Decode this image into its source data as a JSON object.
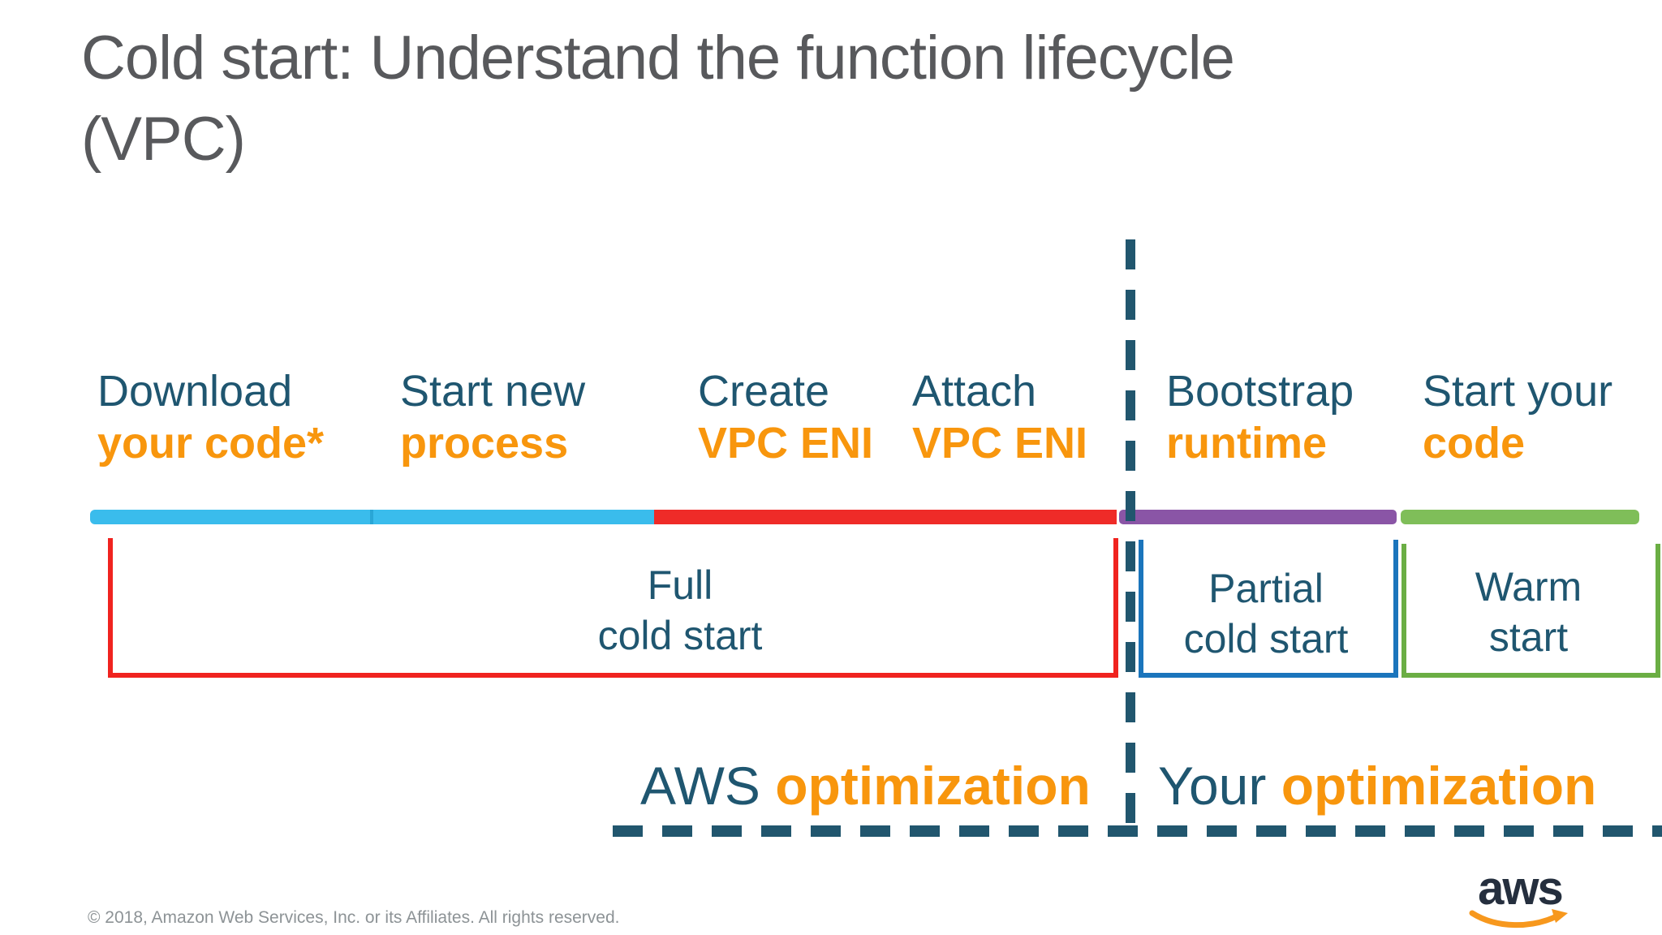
{
  "title": {
    "line1": "Cold start: Understand the function lifecycle",
    "line2": "(VPC)"
  },
  "steps": [
    {
      "top": "Download",
      "bottom": "your code*"
    },
    {
      "top": "Start new",
      "bottom": "process"
    },
    {
      "top": "Create",
      "bottom": "VPC ENI"
    },
    {
      "top": "Attach",
      "bottom": "VPC ENI"
    },
    {
      "top": "Bootstrap",
      "bottom": "runtime"
    },
    {
      "top": "Start your",
      "bottom": "code"
    }
  ],
  "timeline": {
    "segments": [
      {
        "name": "download-and-start-process",
        "color": "#3ABCEC"
      },
      {
        "name": "create-attach-vpc-eni",
        "color": "#EF2B28"
      },
      {
        "name": "bootstrap-runtime",
        "color": "#8A55A6"
      },
      {
        "name": "start-your-code",
        "color": "#7FBE59"
      }
    ],
    "divider_color": "#29A6D6"
  },
  "brackets": [
    {
      "line1": "Full",
      "line2": "cold start",
      "color": "#F0231F"
    },
    {
      "line1": "Partial",
      "line2": "cold start",
      "color": "#1B75BC"
    },
    {
      "line1": "Warm",
      "line2": "start",
      "color": "#6BAE44"
    }
  ],
  "optimization": {
    "aws_label": "AWS",
    "aws_word": "optimization",
    "your_label": "Your",
    "your_word": "optimization"
  },
  "footer": {
    "copyright": "© 2018, Amazon Web Services, Inc. or its Affiliates. All rights reserved.",
    "logo": "aws"
  },
  "colors": {
    "title": "#58595C",
    "teal": "#1F5670",
    "orange": "#F8960D",
    "dash_teal": "#21566E",
    "copyright": "#8D9396",
    "logo_navy": "#252F3E",
    "logo_orange": "#F7981D"
  }
}
